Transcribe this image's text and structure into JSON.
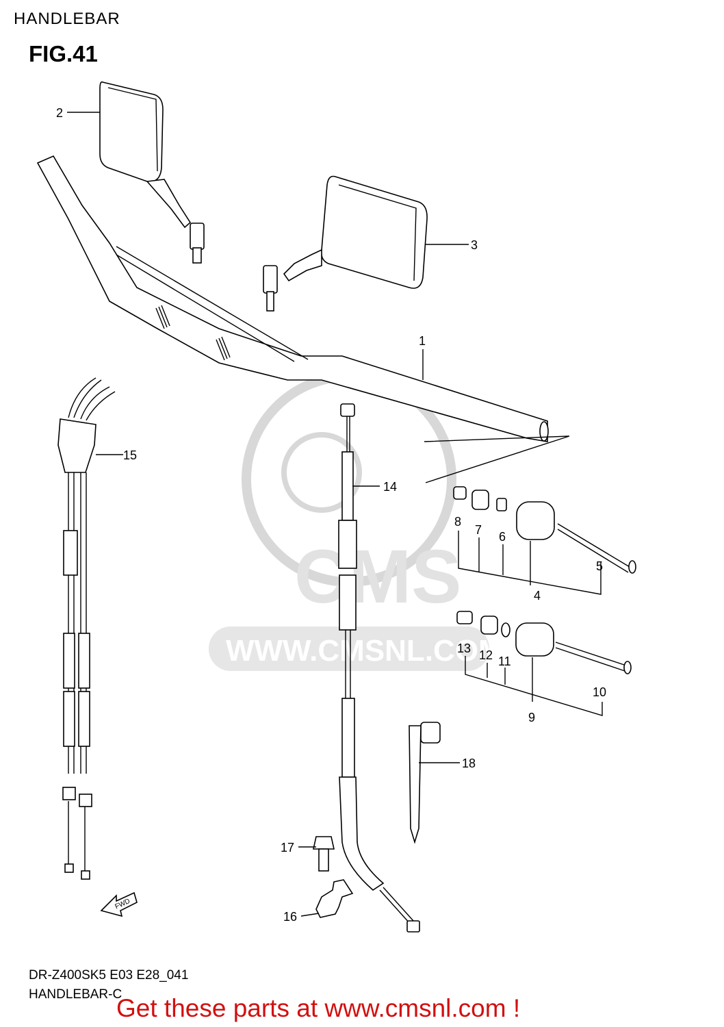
{
  "header": {
    "section_title": "HANDLEBAR",
    "figure_label": "FIG.41"
  },
  "callouts": [
    {
      "id": "1",
      "label": "1"
    },
    {
      "id": "2",
      "label": "2"
    },
    {
      "id": "3",
      "label": "3"
    },
    {
      "id": "4",
      "label": "4"
    },
    {
      "id": "5",
      "label": "5"
    },
    {
      "id": "6",
      "label": "6"
    },
    {
      "id": "7",
      "label": "7"
    },
    {
      "id": "8",
      "label": "8"
    },
    {
      "id": "9",
      "label": "9"
    },
    {
      "id": "10",
      "label": "10"
    },
    {
      "id": "11",
      "label": "11"
    },
    {
      "id": "12",
      "label": "12"
    },
    {
      "id": "13",
      "label": "13"
    },
    {
      "id": "14",
      "label": "14"
    },
    {
      "id": "15",
      "label": "15"
    },
    {
      "id": "16",
      "label": "16"
    },
    {
      "id": "17",
      "label": "17"
    },
    {
      "id": "18",
      "label": "18"
    }
  ],
  "watermark": {
    "brand": "CMS",
    "url": "WWW.CMSNL.COM"
  },
  "direction_marker": "FWD",
  "footer": {
    "model_code": "DR-Z400SK5 E03 E28_041",
    "diagram_name": "HANDLEBAR-C",
    "promo": "Get these parts at www.cmsnl.com !"
  },
  "colors": {
    "promo_text": "#d21010",
    "line_art": "#000000",
    "watermark": "#d8d8d8"
  }
}
